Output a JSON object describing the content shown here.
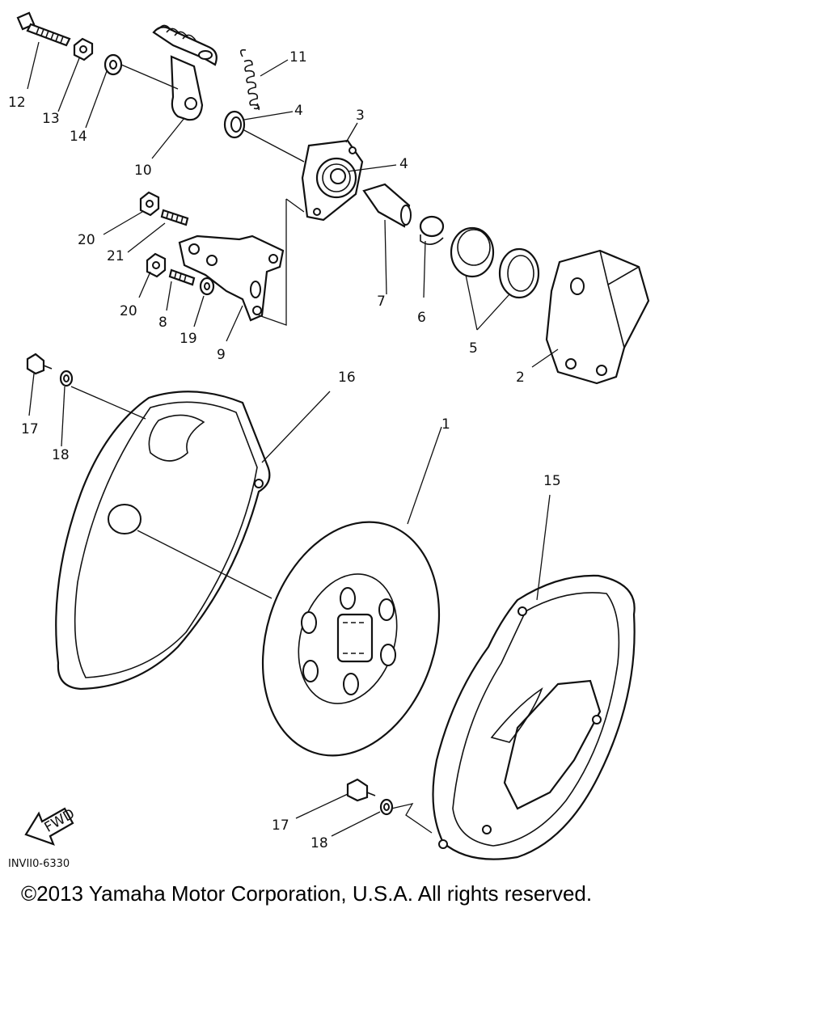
{
  "diagram": {
    "drawing_code": "INVII0-6330",
    "fwd_label": "FWD",
    "callouts": {
      "c1": "1",
      "c2": "2",
      "c3": "3",
      "c4a": "4",
      "c4b": "4",
      "c5": "5",
      "c6": "6",
      "c7": "7",
      "c8": "8",
      "c9": "9",
      "c10": "10",
      "c11": "11",
      "c12": "12",
      "c13": "13",
      "c14": "14",
      "c15": "15",
      "c16": "16",
      "c17a": "17",
      "c17b": "17",
      "c18a": "18",
      "c18b": "18",
      "c19": "19",
      "c20a": "20",
      "c20b": "20",
      "c21": "21"
    }
  },
  "footer": {
    "copyright": "©2013 Yamaha Motor Corporation, U.S.A. All rights reserved."
  }
}
